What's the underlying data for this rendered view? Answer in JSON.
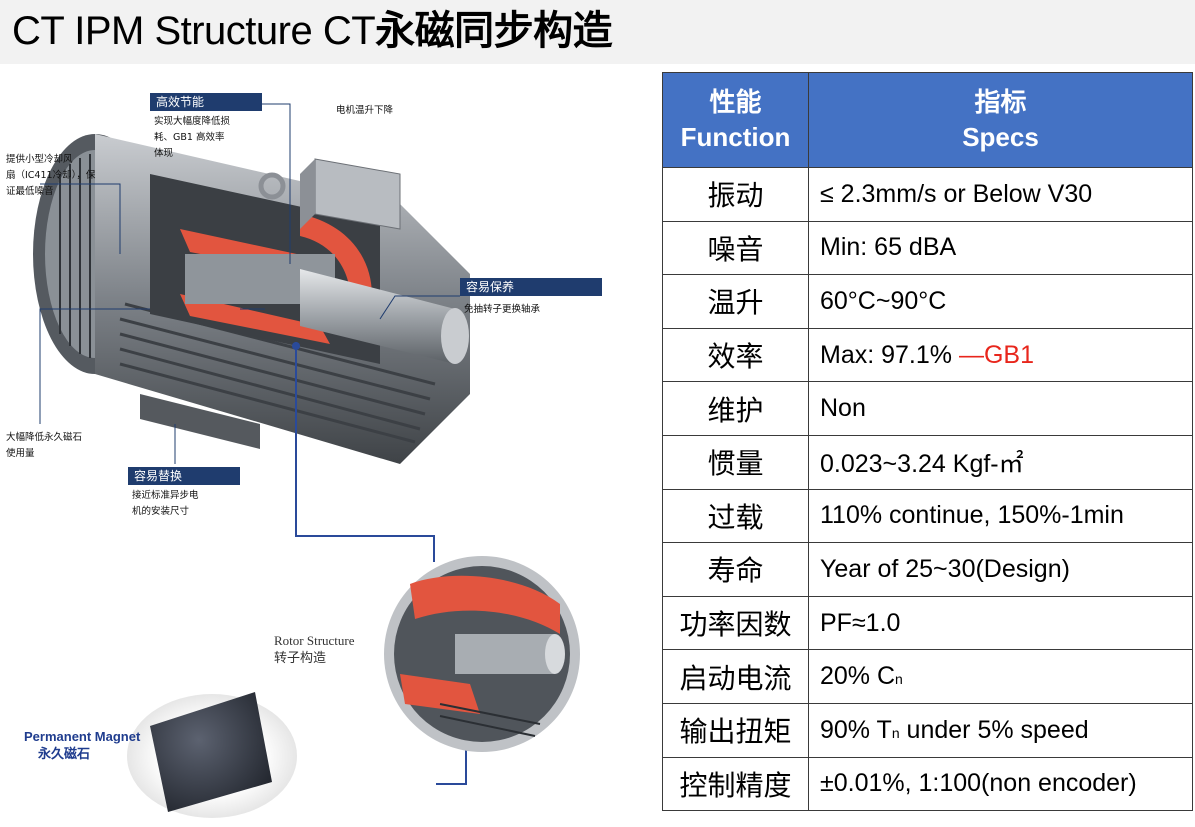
{
  "title": {
    "en": "CT IPM Structure CT",
    "cn": "永磁同步构造"
  },
  "table": {
    "header": {
      "col1_cn": "性能",
      "col1_en": "Function",
      "col2_cn": "指标",
      "col2_en": "Specs"
    },
    "rows": [
      {
        "label": "振动",
        "value": "≤ 2.3mm/s or Below V30"
      },
      {
        "label": "噪音",
        "value": "Min: 65 dBA"
      },
      {
        "label": "温升",
        "value": "60°C~90°C"
      },
      {
        "label": "效率",
        "value": "Max: 97.1% ",
        "value_red": "—GB1"
      },
      {
        "label": "维护",
        "value": "Non"
      },
      {
        "label": "惯量",
        "value": "0.023~3.24 Kgf-㎡"
      },
      {
        "label": "过载",
        "value": "110% continue, 150%-1min"
      },
      {
        "label": "寿命",
        "value": "Year of 25~30(Design)"
      },
      {
        "label": "功率因数",
        "value": "PF≈1.0"
      },
      {
        "label": "启动电流",
        "value": "20% C",
        "value_sub": "n"
      },
      {
        "label": "输出扭矩",
        "value": "90% T",
        "value_sub": "n",
        "value_tail": " under 5% speed"
      },
      {
        "label": "控制精度",
        "value": "±0.01%, 1:100(non encoder)"
      }
    ]
  },
  "illustration": {
    "callouts": {
      "efficient_title": "高效节能",
      "efficient_text": [
        "实现大幅度降低损",
        "耗、GB1 高效率",
        "体现"
      ],
      "temp_text": "电机温升下降",
      "fan_text": [
        "提供小型冷却风",
        "扇（IC411冷却），保",
        "证最低噪音"
      ],
      "maint_title": "容易保养",
      "maint_text": "免抽转子更换轴承",
      "magnet_reduce_text": [
        "大幅降低永久磁石",
        "使用量"
      ],
      "replace_title": "容易替换",
      "replace_text": [
        "接近标准异步电",
        "机的安装尺寸"
      ]
    },
    "rotor_label_en": "Rotor Structure",
    "rotor_label_cn": "转子构造",
    "magnet_label_en": "Permanent Magnet",
    "magnet_label_cn": "永久磁石"
  }
}
